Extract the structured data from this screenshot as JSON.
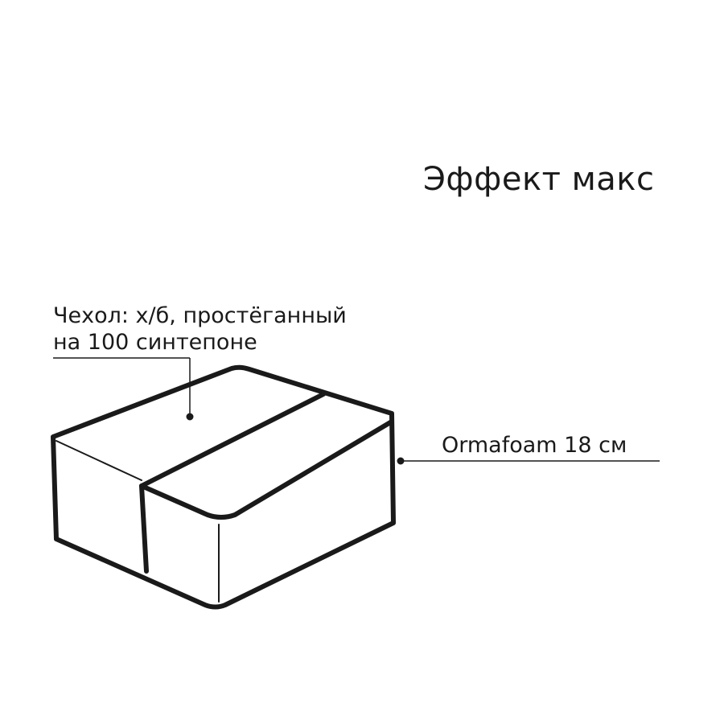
{
  "title": "Эффект макс",
  "callouts": {
    "cover": {
      "line1": "Чехол: х/б, простёганный",
      "line2": "на 100 синтепоне"
    },
    "foam": {
      "text": "Ormafoam 18 см"
    }
  },
  "colors": {
    "stroke": "#1a1a1a",
    "background": "#ffffff"
  }
}
